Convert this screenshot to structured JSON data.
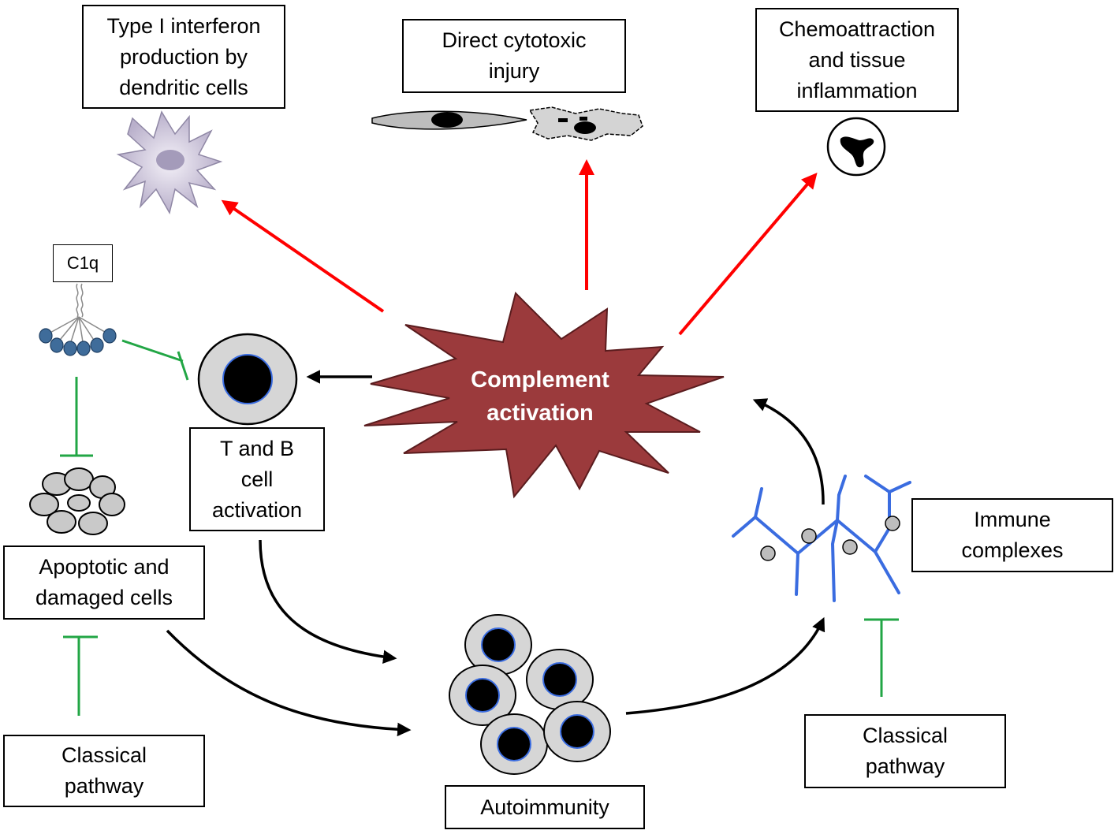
{
  "diagram": {
    "center": {
      "label": "Complement\nactivation"
    },
    "boxes": {
      "type1_ifn": "Type I interferon\nproduction by\ndendritic cells",
      "cytotoxic": "Direct cytotoxic\ninjury",
      "chemo": "Chemoattraction\nand tissue\ninflammation",
      "c1q": "C1q",
      "tb_activation": "T and B\ncell\nactivation",
      "apoptotic": "Apoptotic and\ndamaged cells",
      "classical_left": "Classical\npathway",
      "autoimmunity": "Autoimmunity",
      "immune_complexes": "Immune\ncomplexes",
      "classical_right": "Classical\npathway"
    },
    "colors": {
      "starburst_fill": "#9b3a3c",
      "starburst_stroke": "#5a1c1e",
      "effector_arrow": "#ff0000",
      "inhibition": "#22a645",
      "flow_arrow": "#000000",
      "antibody": "#3a6ce0",
      "cell_grey": "#d6d6d6",
      "dendritic_cell": "#c9c2d6",
      "c1q_head": "#3f6c9a"
    },
    "icons": {
      "dendritic": "dendritic-cell-icon",
      "fibroblast": "fibroblast-cell-icon",
      "damaged": "damaged-cell-icon",
      "neutrophil": "neutrophil-icon",
      "c1q": "c1q-molecule-icon",
      "lymphocyte": "lymphocyte-icon",
      "apoptotic": "apoptotic-cell-icon",
      "autoimmune_cells": "lymphocyte-cluster-icon",
      "immune_complex": "immune-complex-icon"
    }
  }
}
